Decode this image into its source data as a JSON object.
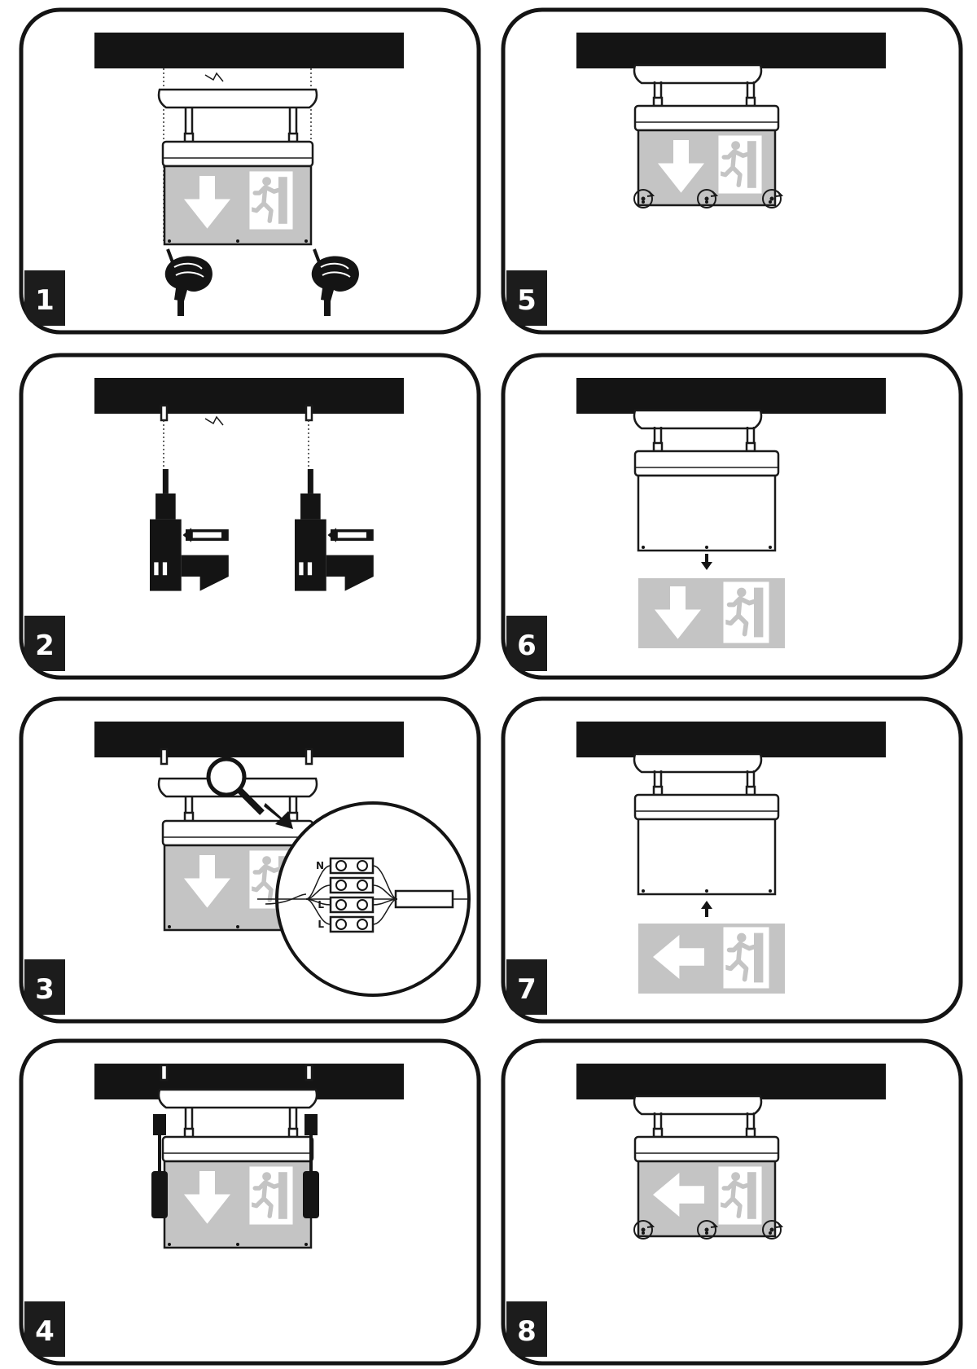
{
  "steps": [
    {
      "number": "1",
      "sign_arrow": "down"
    },
    {
      "number": "2"
    },
    {
      "number": "3",
      "sign_arrow": "down"
    },
    {
      "number": "4",
      "sign_arrow": "down"
    },
    {
      "number": "5",
      "sign_arrow": "down"
    },
    {
      "number": "6",
      "sign_arrow": "down"
    },
    {
      "number": "7",
      "sign_arrow": "left"
    },
    {
      "number": "8",
      "sign_arrow": "left"
    }
  ],
  "terminal_labels": [
    "N",
    "",
    "L",
    "L"
  ],
  "colors": {
    "ink": "#141414",
    "sign_grey": "#c4c4c4",
    "background": "#ffffff"
  },
  "icons": [
    "exit-sign-icon",
    "running-man-icon",
    "down-arrow-icon",
    "left-arrow-icon",
    "screwdriver-icon",
    "drill-icon",
    "magnifier-icon",
    "terminal-block-icon",
    "rotate-screw-icon"
  ]
}
